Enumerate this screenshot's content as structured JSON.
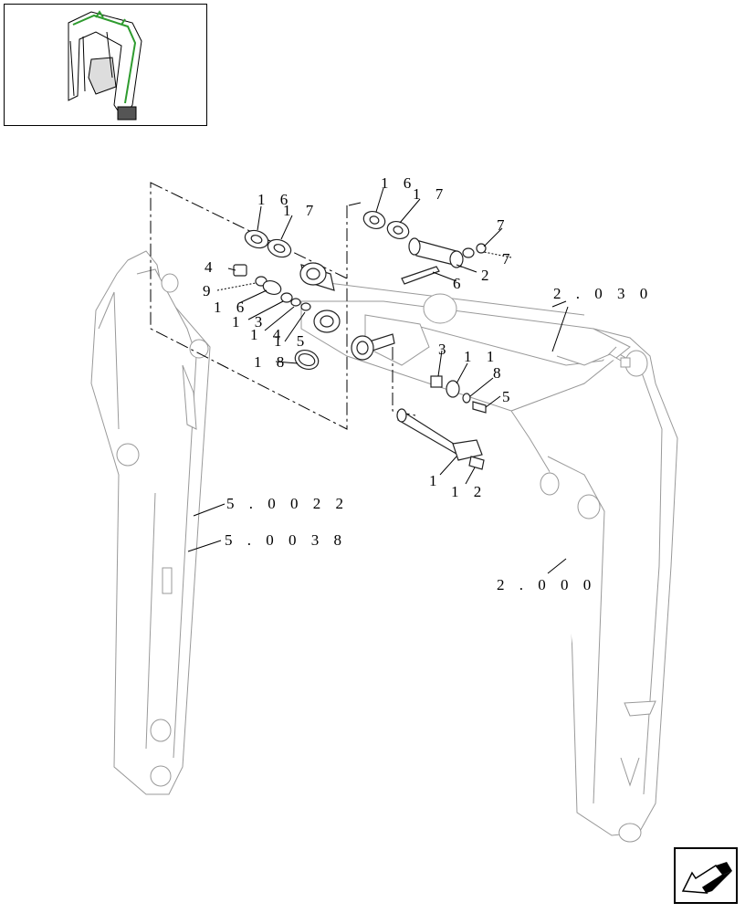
{
  "callouts": {
    "p1": "1",
    "p2": "2",
    "p3": "3",
    "p4": "4",
    "p5": "5",
    "p6": "6",
    "p7a": "7",
    "p7b": "7",
    "p8": "8",
    "p9": "9",
    "p11": "1 1",
    "p12": "1 2",
    "p13": "1 3",
    "p14": "1 4",
    "p15": "1 5",
    "p16a": "1 6",
    "p16b": "1 6",
    "p16c": "1 6",
    "p17a": "1 7",
    "p17b": "1 7",
    "p18": "1 8"
  },
  "refs": {
    "r2030": "2 . 0 3 0",
    "r2000": "2 . 0 0 0",
    "r50022": "5 . 0 0 2 2",
    "r50038": "5 . 0 0 3 8"
  },
  "nav": {
    "icon": "arrow-back-icon"
  },
  "thumbnail": {
    "icon": "backhoe-thumbnail-icon",
    "highlight_color": "#2e9b2e"
  }
}
